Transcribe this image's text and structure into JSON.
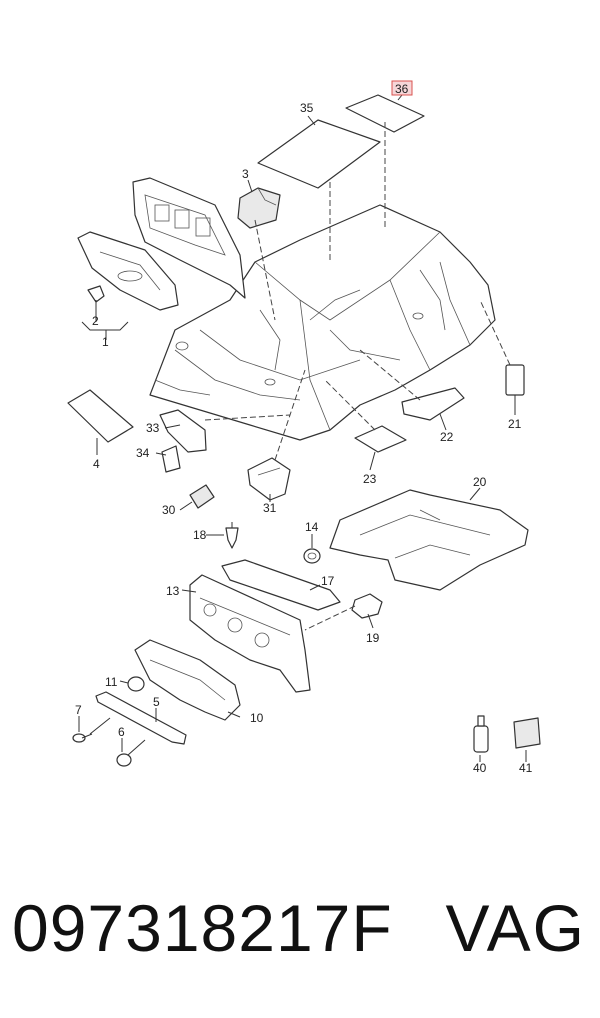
{
  "diagram": {
    "highlight_color": "#d9534f",
    "callouts": [
      {
        "id": "c1",
        "text": "1"
      },
      {
        "id": "c2",
        "text": "2"
      },
      {
        "id": "c3",
        "text": "3"
      },
      {
        "id": "c4",
        "text": "4"
      },
      {
        "id": "c5",
        "text": "5"
      },
      {
        "id": "c6",
        "text": "6"
      },
      {
        "id": "c7",
        "text": "7"
      },
      {
        "id": "c10",
        "text": "10"
      },
      {
        "id": "c11",
        "text": "11"
      },
      {
        "id": "c13",
        "text": "13"
      },
      {
        "id": "c14",
        "text": "14"
      },
      {
        "id": "c17",
        "text": "17"
      },
      {
        "id": "c18",
        "text": "18"
      },
      {
        "id": "c19",
        "text": "19"
      },
      {
        "id": "c20",
        "text": "20"
      },
      {
        "id": "c21",
        "text": "21"
      },
      {
        "id": "c22",
        "text": "22"
      },
      {
        "id": "c23",
        "text": "23"
      },
      {
        "id": "c30",
        "text": "30"
      },
      {
        "id": "c31",
        "text": "31"
      },
      {
        "id": "c33",
        "text": "33"
      },
      {
        "id": "c34",
        "text": "34"
      },
      {
        "id": "c35",
        "text": "35"
      },
      {
        "id": "c36",
        "text": "36"
      },
      {
        "id": "c40",
        "text": "40"
      },
      {
        "id": "c41",
        "text": "41"
      }
    ]
  },
  "footer": {
    "part_number": "097318217F",
    "brand": "VAG"
  }
}
